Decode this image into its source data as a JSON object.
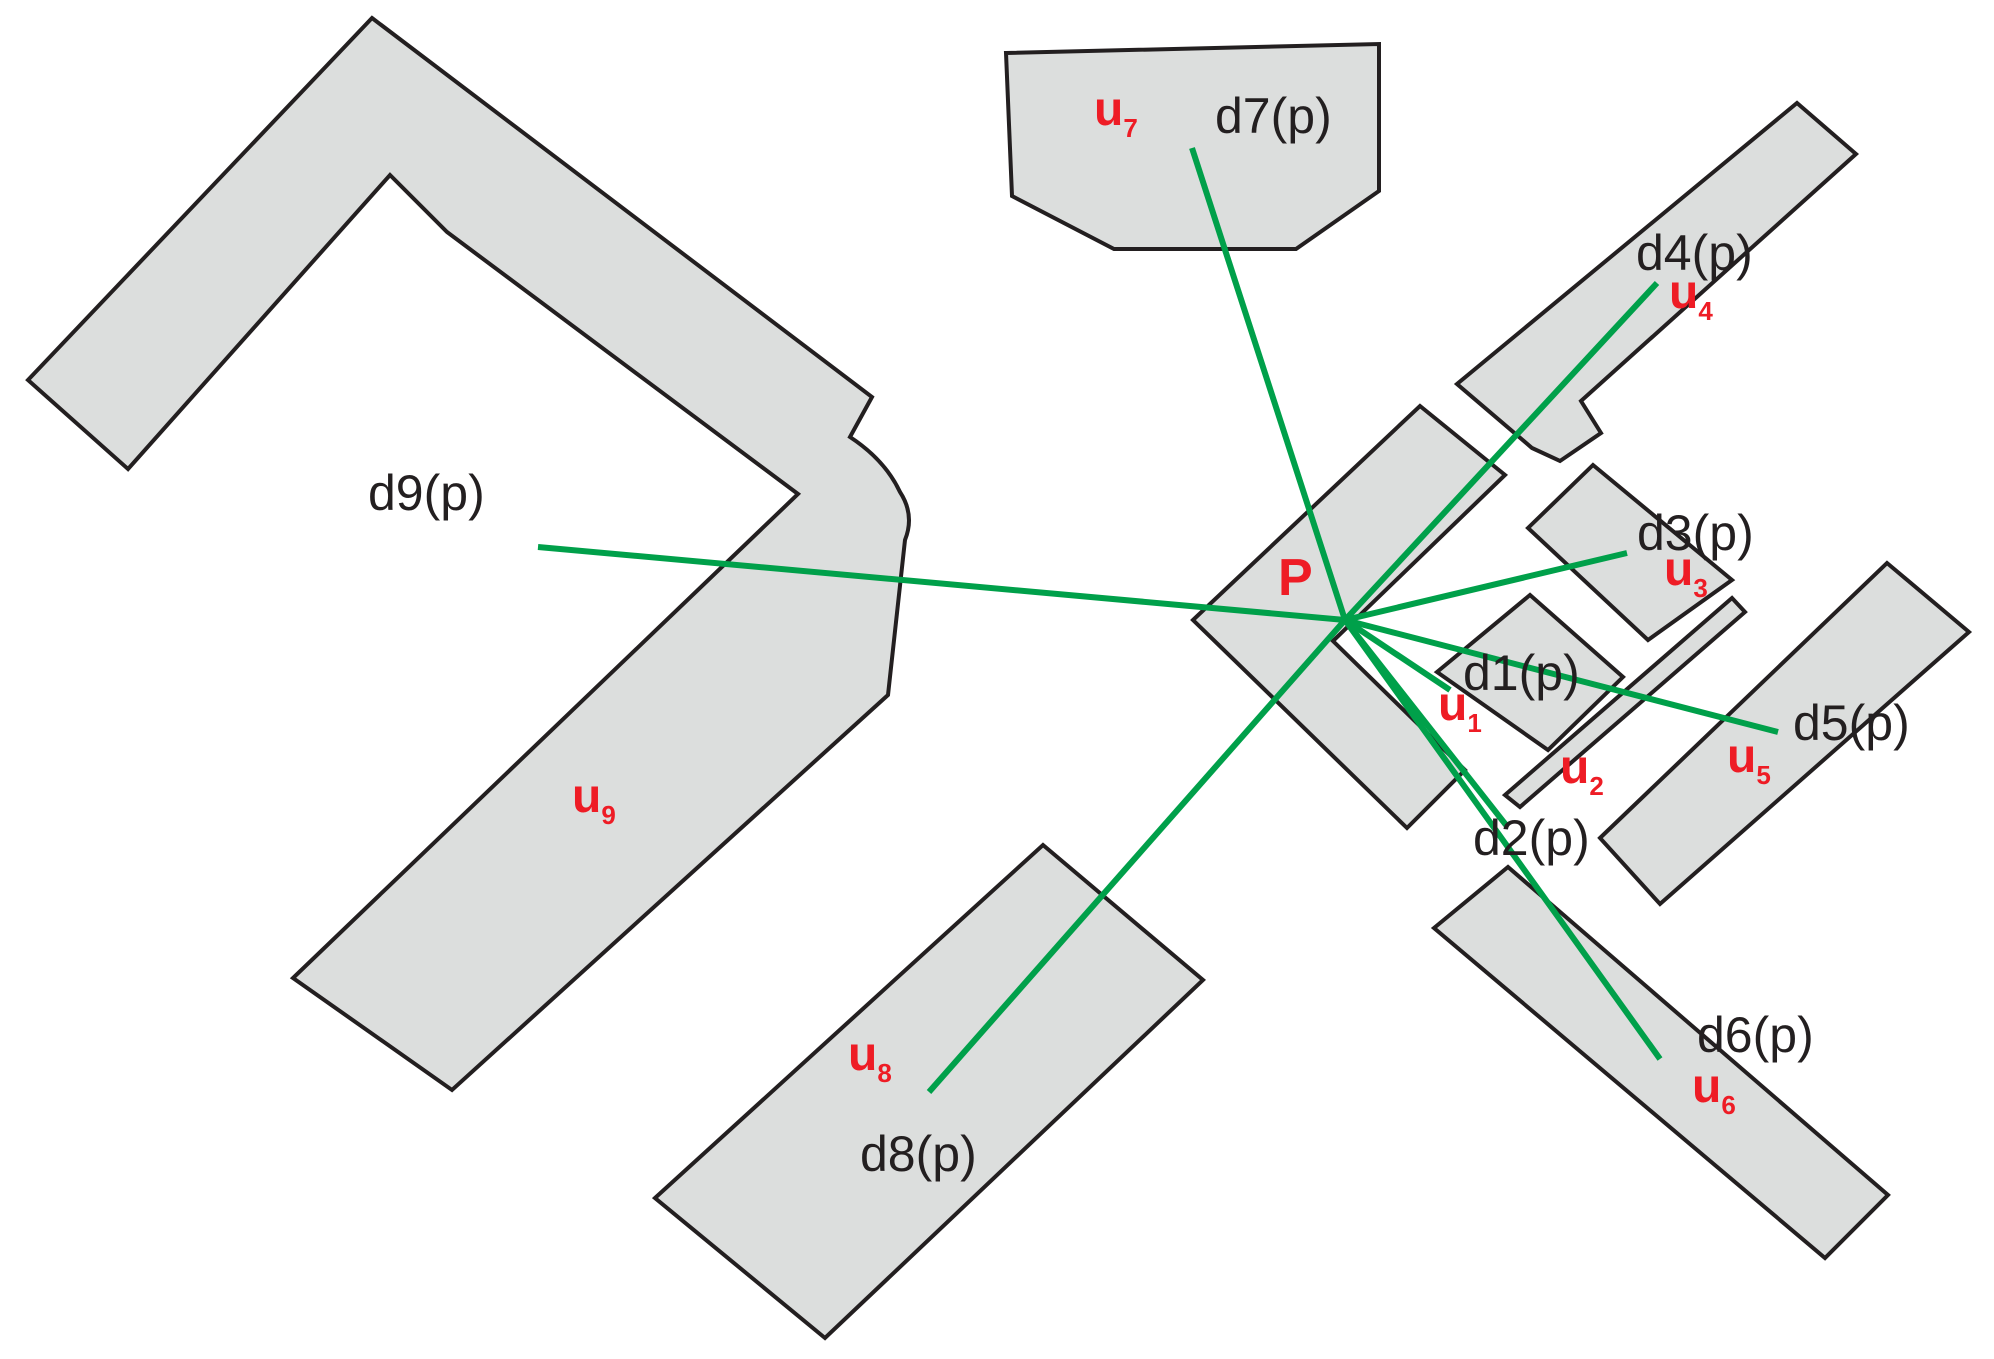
{
  "diagram": {
    "point_label": "P",
    "accent_colors": {
      "building_fill": "#dcdedd",
      "building_stroke": "#231f20",
      "ray": "#00a04a",
      "u_label": "#ee1c25",
      "d_label": "#231f20"
    },
    "buildings": [
      {
        "id": "u1",
        "letter": "u",
        "index": "1",
        "distance_label": "d1(p)"
      },
      {
        "id": "u2",
        "letter": "u",
        "index": "2",
        "distance_label": "d2(p)"
      },
      {
        "id": "u3",
        "letter": "u",
        "index": "3",
        "distance_label": "d3(p)"
      },
      {
        "id": "u4",
        "letter": "u",
        "index": "4",
        "distance_label": "d4(p)"
      },
      {
        "id": "u5",
        "letter": "u",
        "index": "5",
        "distance_label": "d5(p)"
      },
      {
        "id": "u6",
        "letter": "u",
        "index": "6",
        "distance_label": "d6(p)"
      },
      {
        "id": "u7",
        "letter": "u",
        "index": "7",
        "distance_label": "d7(p)"
      },
      {
        "id": "u8",
        "letter": "u",
        "index": "8",
        "distance_label": "d8(p)"
      },
      {
        "id": "u9",
        "letter": "u",
        "index": "9",
        "distance_label": "d9(p)"
      }
    ]
  }
}
